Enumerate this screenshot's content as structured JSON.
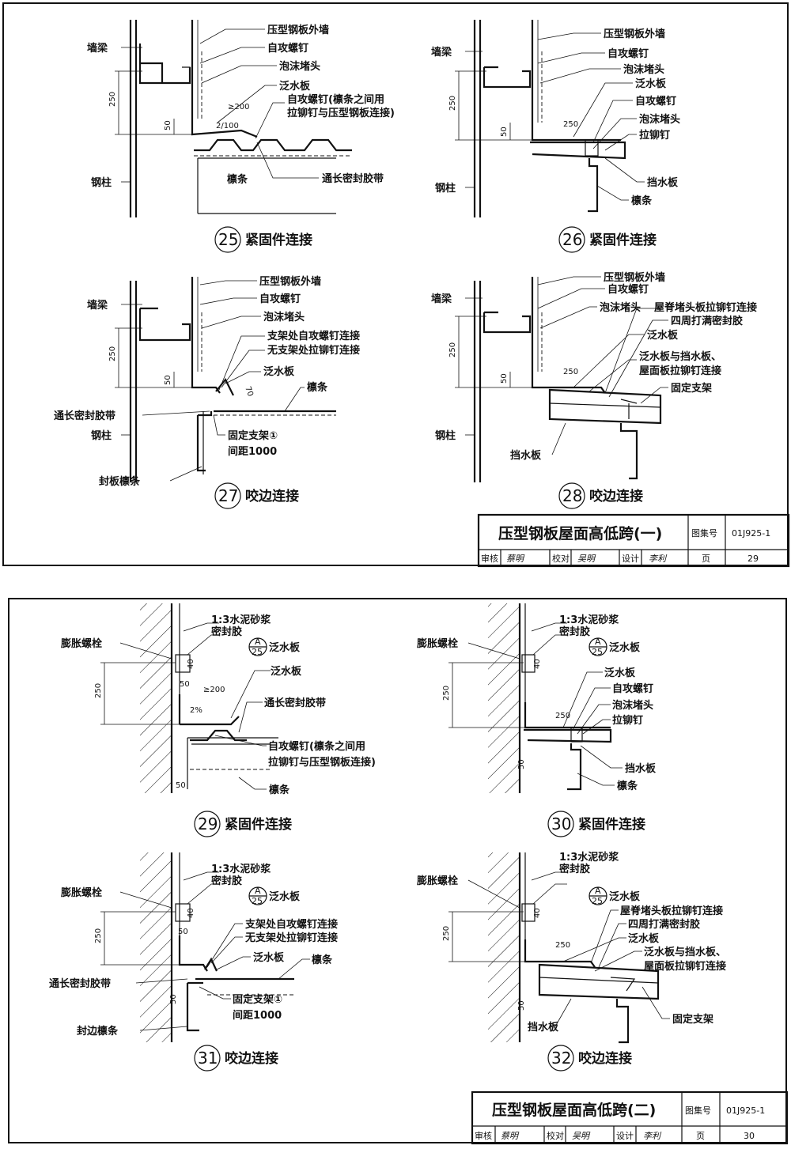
{
  "sheet1": {
    "details": [
      {
        "num": "25",
        "caption": "紧固件连接",
        "labels": [
          "墙梁",
          "钢柱",
          "压型钢板外墙",
          "自攻螺钉",
          "泡沫堵头",
          "泛水板",
          "自攻螺钉(檩条之间用",
          "拉铆钉与压型钢板连接)",
          "通长密封胶带",
          "檩条"
        ],
        "dims": [
          "250",
          "50",
          "≥200",
          "2/100"
        ]
      },
      {
        "num": "26",
        "caption": "紧固件连接",
        "labels": [
          "墙梁",
          "钢柱",
          "压型钢板外墙",
          "自攻螺钉",
          "泡沫堵头",
          "泛水板",
          "自攻螺钉",
          "泡沫堵头",
          "拉铆钉",
          "挡水板",
          "檩条"
        ],
        "dims": [
          "250",
          "50",
          "250"
        ]
      },
      {
        "num": "27",
        "caption": "咬边连接",
        "labels": [
          "墙梁",
          "钢柱",
          "通长密封胶带",
          "封板檩条",
          "压型钢板外墙",
          "自攻螺钉",
          "泡沫堵头",
          "支架处自攻螺钉连接",
          "无支架处拉铆钉连接",
          "泛水板",
          "檩条",
          "固定支架①",
          "间距1000"
        ],
        "dims": [
          "250",
          "50",
          "70"
        ]
      },
      {
        "num": "28",
        "caption": "咬边连接",
        "labels": [
          "墙梁",
          "钢柱",
          "挡水板",
          "压型钢板外墙",
          "自攻螺钉",
          "泡沫堵头",
          "屋脊堵头板拉铆钉连接",
          "四周打满密封胶",
          "泛水板",
          "泛水板与挡水板、",
          "屋面板拉铆钉连接",
          "固定支架"
        ],
        "dims": [
          "250",
          "50",
          "250"
        ]
      }
    ],
    "title_block": {
      "title": "压型钢板屋面高低跨(一)",
      "atlas_label": "图集号",
      "atlas_no": "01J925-1",
      "review": "审核",
      "review_sig": "蔡明",
      "check": "校对",
      "check_sig": "吴明",
      "design": "设计",
      "design_sig": "李利",
      "page_label": "页",
      "page_no": "29"
    }
  },
  "sheet2": {
    "details": [
      {
        "num": "29",
        "caption": "紧固件连接",
        "labels": [
          "膨胀螺栓",
          "1:3水泥砂浆",
          "密封胶",
          "泛水板",
          "泛水板",
          "通长密封胶带",
          "自攻螺钉(檩条之间用",
          "拉铆钉与压型钢板连接)",
          "檩条"
        ],
        "ref": {
          "top": "A",
          "bottom": "25"
        },
        "dims": [
          "250",
          "40",
          "50",
          "≥200",
          "2%",
          "50"
        ]
      },
      {
        "num": "30",
        "caption": "紧固件连接",
        "labels": [
          "膨胀螺栓",
          "1:3水泥砂浆",
          "密封胶",
          "泛水板",
          "泛水板",
          "自攻螺钉",
          "泡沫堵头",
          "拉铆钉",
          "挡水板",
          "檩条"
        ],
        "ref": {
          "top": "A",
          "bottom": "25"
        },
        "dims": [
          "250",
          "40",
          "250",
          "50"
        ]
      },
      {
        "num": "31",
        "caption": "咬边连接",
        "labels": [
          "膨胀螺栓",
          "通长密封胶带",
          "封边檩条",
          "1:3水泥砂浆",
          "密封胶",
          "泛水板",
          "支架处自攻螺钉连接",
          "无支架处拉铆钉连接",
          "泛水板",
          "檩条",
          "固定支架①",
          "间距1000"
        ],
        "ref": {
          "top": "A",
          "bottom": "25"
        },
        "dims": [
          "250",
          "40",
          "50",
          "50"
        ]
      },
      {
        "num": "32",
        "caption": "咬边连接",
        "labels": [
          "膨胀螺栓",
          "挡水板",
          "1:3水泥砂浆",
          "密封胶",
          "泛水板",
          "屋脊堵头板拉铆钉连接",
          "四周打满密封胶",
          "泛水板",
          "泛水板与挡水板、",
          "屋面板拉铆钉连接",
          "固定支架"
        ],
        "ref": {
          "top": "A",
          "bottom": "25"
        },
        "dims": [
          "250",
          "40",
          "250",
          "50"
        ]
      }
    ],
    "title_block": {
      "title": "压型钢板屋面高低跨(二)",
      "atlas_label": "图集号",
      "atlas_no": "01J925-1",
      "review": "审核",
      "review_sig": "蔡明",
      "check": "校对",
      "check_sig": "吴明",
      "design": "设计",
      "design_sig": "李利",
      "page_label": "页",
      "page_no": "30"
    }
  }
}
